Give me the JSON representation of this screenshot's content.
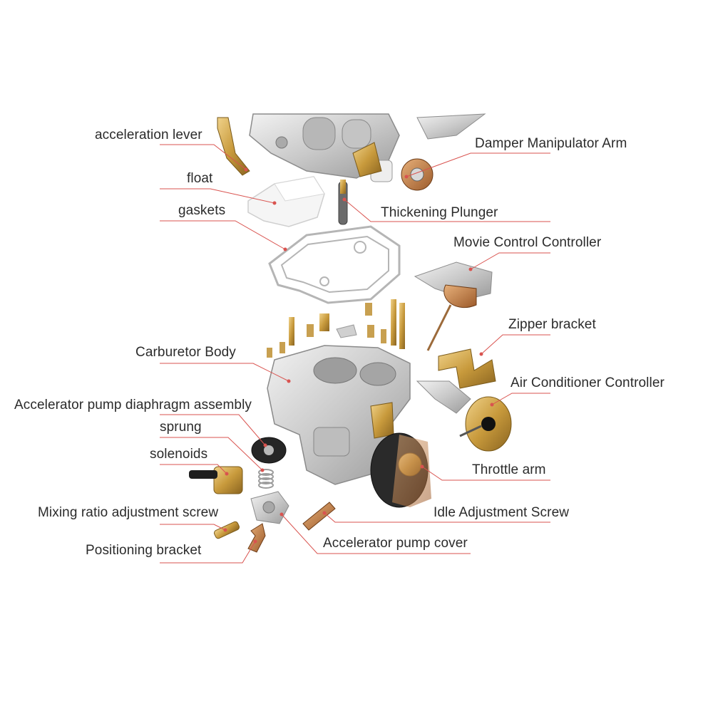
{
  "diagram": {
    "leader_color": "#d9534f",
    "labels": {
      "acceleration_lever": "acceleration lever",
      "damper_manipulator_arm": "Damper Manipulator Arm",
      "float": "float",
      "gaskets": "gaskets",
      "thickening_plunger": "Thickening Plunger",
      "movie_control_controller": "Movie Control Controller",
      "zipper_bracket": "Zipper bracket",
      "carburetor_body": "Carburetor Body",
      "air_conditioner_controller": "Air Conditioner Controller",
      "accelerator_pump_diaphragm_assembly": "Accelerator pump diaphragm assembly",
      "sprung": "sprung",
      "solenoids": "solenoids",
      "throttle_arm": "Throttle arm",
      "mixing_ratio_adjustment_screw": "Mixing ratio adjustment screw",
      "idle_adjustment_screw": "Idle Adjustment Screw",
      "positioning_bracket": "Positioning bracket",
      "accelerator_pump_cover": "Accelerator pump cover"
    }
  }
}
